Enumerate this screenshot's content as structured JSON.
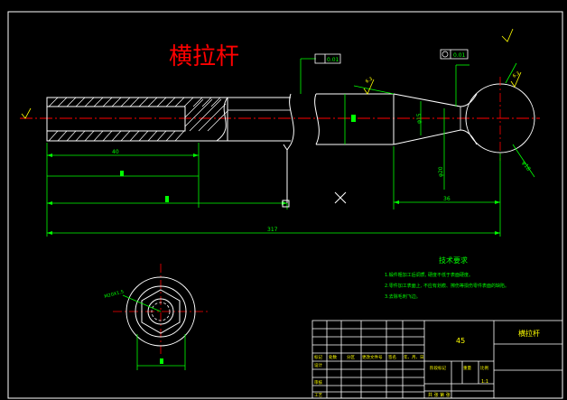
{
  "drawing": {
    "title": "横拉杆",
    "tech_requirements": {
      "heading": "技术要求",
      "lines": [
        "1.锻件粗加工后调质, 硬度不低于表面硬度。",
        "2.零件加工表面上, 不应有划痕、擦伤等损伤零件表面的缺陷。",
        "3.去除毛刺飞边。"
      ]
    },
    "dimensions": {
      "thread_length": "40",
      "mid_length": "",
      "total_length": "317",
      "right_length": "36",
      "rod_diameter": "φ18",
      "taper_diameter": "φ15",
      "ball_diameter": "φ20",
      "hex_label": "M20X1.5",
      "roughness_left": "6.3",
      "roughness_right": "6.3",
      "tolerance_1": "0.01",
      "tolerance_2": "0.01"
    },
    "title_block": {
      "material": "45",
      "part_name": "横拉杆",
      "scale": "1:1",
      "sheet": "共 张 第 张",
      "labels": [
        "标记",
        "处数",
        "分区",
        "更改文件号",
        "签名",
        "年、月、日"
      ],
      "row_labels": [
        "设计",
        "审核",
        "工艺"
      ],
      "stage_labels": [
        "阶段标记",
        "重量",
        "比例"
      ]
    }
  },
  "colors": {
    "background": "#000000",
    "outline": "#ffffff",
    "dimension": "#00ff00",
    "centerline": "#ff0000",
    "hatch": "#ffffff",
    "title_text": "#ff0000",
    "annotation": "#ffff00"
  }
}
